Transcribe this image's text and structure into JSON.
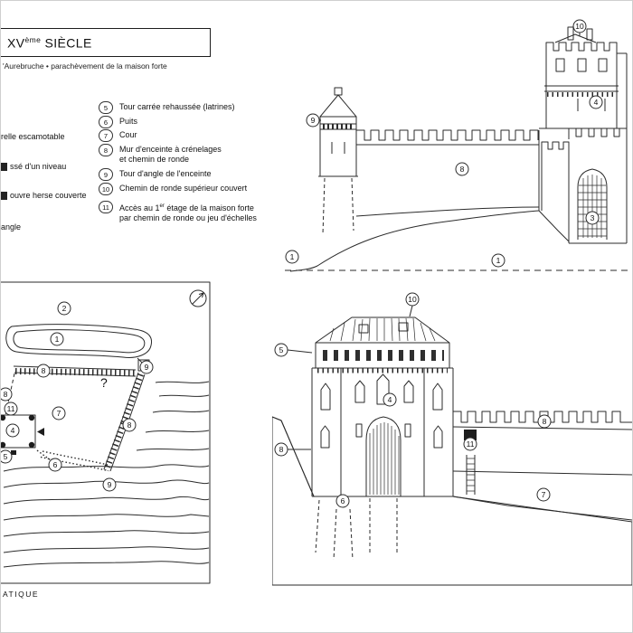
{
  "header": {
    "title_main": "XV",
    "title_sup": "ème",
    "title_rest": " SIÈCLE",
    "subtitle": "'Aurebruche • parachèvement de la maison forte"
  },
  "legend_cut": {
    "i1": "relle escamotable",
    "i2": "ssé d'un niveau",
    "i3": "ouvre herse couverte",
    "i4": "angle"
  },
  "legend": {
    "items": [
      {
        "num": "5",
        "text": "Tour carrée rehaussée (latrines)"
      },
      {
        "num": "6",
        "text": "Puits"
      },
      {
        "num": "7",
        "text": "Cour"
      },
      {
        "num": "8",
        "text": "Mur d'enceinte à crénelages",
        "text2": "et chemin de ronde"
      },
      {
        "num": "9",
        "text": "Tour d'angle de l'enceinte"
      },
      {
        "num": "10",
        "text": "Chemin de ronde supérieur couvert"
      },
      {
        "num": "11",
        "text_pre": "Accès au 1",
        "text_sup": "er",
        "text_post": " étage de la maison forte",
        "text2": "par chemin de ronde ou jeu d'échelles"
      }
    ]
  },
  "plan": {
    "markers": {
      "m2": "2",
      "m1": "1",
      "m8a": "8",
      "m9a": "9",
      "m8b": "8",
      "m9b": "9",
      "m8c": "8",
      "m11": "11",
      "m7": "7",
      "m4": "4",
      "m5": "5",
      "m6": "6",
      "question": "?"
    }
  },
  "side": {
    "markers": {
      "m10": "10",
      "m9": "9",
      "m4": "4",
      "m8": "8",
      "m3": "3",
      "m1a": "1",
      "m1b": "1"
    }
  },
  "front": {
    "markers": {
      "m10": "10",
      "m5": "5",
      "m4": "4",
      "m8a": "8",
      "m8b": "8",
      "m11": "11",
      "m6": "6",
      "m7": "7"
    }
  },
  "footer": {
    "text": "ATIQUE"
  }
}
